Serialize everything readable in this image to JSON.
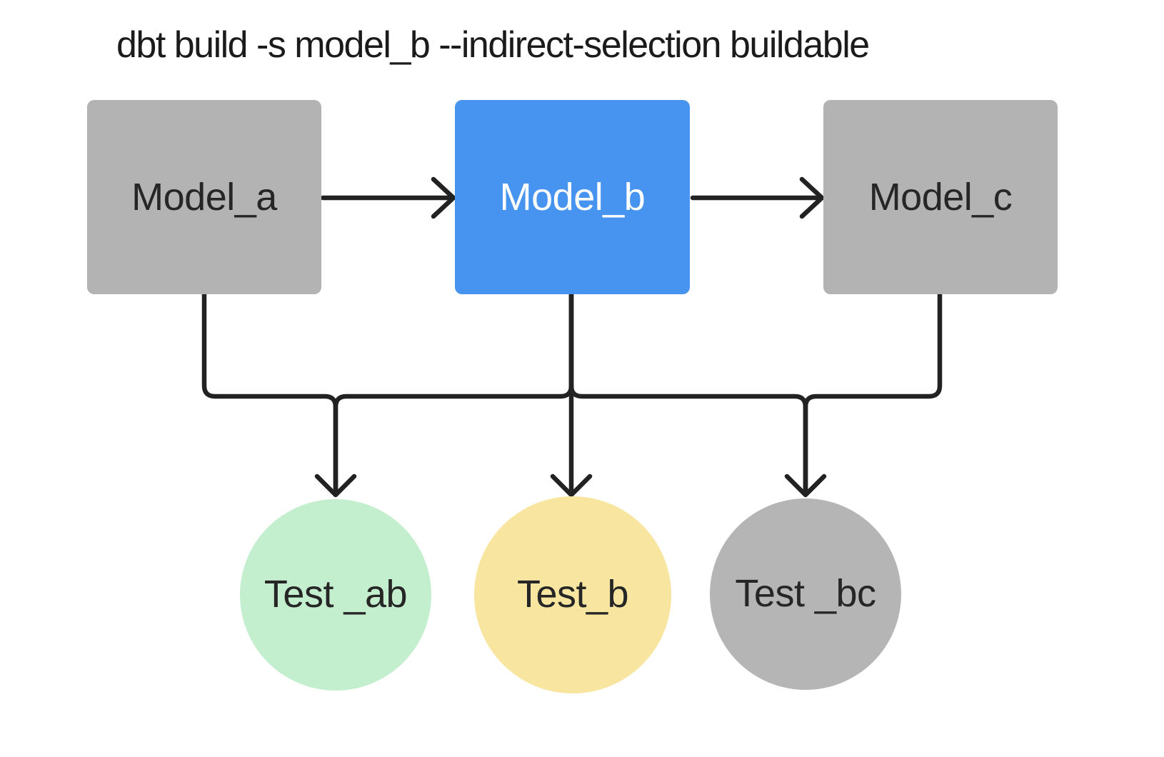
{
  "title": "dbt build -s model_b --indirect-selection buildable",
  "colors": {
    "background": "#ffffff",
    "line": "#222222",
    "selected_blue": "#4694f0",
    "model_gray": "#b3b3b3",
    "test_green": "#c4efcf",
    "test_yellow": "#f8e5a0",
    "test_gray": "#b5b5b5",
    "dark_text": "#262626",
    "light_text": "#ffffff"
  },
  "models": [
    {
      "id": "model_a",
      "label": "Model_a",
      "fill": "#b3b3b3",
      "text_color": "#262626"
    },
    {
      "id": "model_b",
      "label": "Model_b",
      "fill": "#4694f0",
      "text_color": "#ffffff"
    },
    {
      "id": "model_c",
      "label": "Model_c",
      "fill": "#b3b3b3",
      "text_color": "#262626"
    }
  ],
  "tests": [
    {
      "id": "test_ab",
      "label_lines": [
        "Test",
        "_ab"
      ],
      "fill": "#c4efcf",
      "text_color": "#262626"
    },
    {
      "id": "test_b",
      "label_lines": [
        "Test_b"
      ],
      "fill": "#f8e5a0",
      "text_color": "#262626"
    },
    {
      "id": "test_bc",
      "label_lines": [
        "Test",
        "_bc"
      ],
      "fill": "#b5b5b5",
      "text_color": "#262626"
    }
  ],
  "edges": [
    {
      "from": "model_a",
      "to": "model_b"
    },
    {
      "from": "model_b",
      "to": "model_c"
    },
    {
      "from": "model_a",
      "to": "test_ab"
    },
    {
      "from": "model_b",
      "to": "test_ab"
    },
    {
      "from": "model_b",
      "to": "test_b"
    },
    {
      "from": "model_b",
      "to": "test_bc"
    },
    {
      "from": "model_c",
      "to": "test_bc"
    }
  ]
}
